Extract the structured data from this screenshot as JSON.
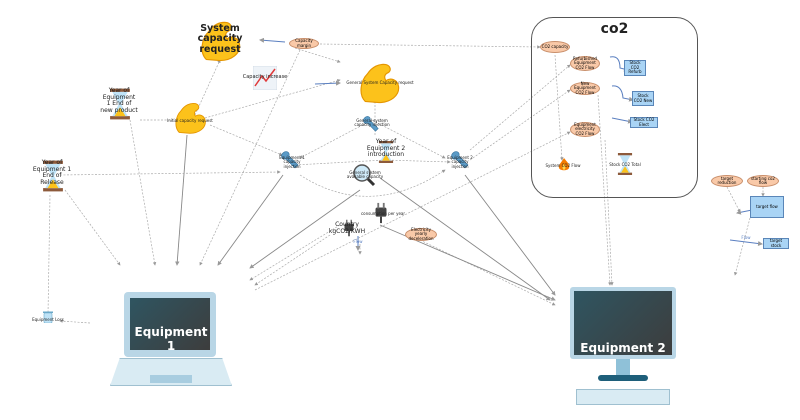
{
  "co2_group": {
    "title": "co2"
  },
  "nodes": {
    "system_capacity_request": "System capacity request",
    "capacity_margin": "Capacity margin",
    "capacity_increase": "Capacity increase",
    "general_system_capacity_request": "General System Capacity request",
    "initial_capacity_request": "Initial capacity request",
    "year_eq1_end_new": "Year of Equipment 1 End of new product",
    "year_eq1_end_release": "Year of Equipment 1 End of Release",
    "eq1_capacity_injection": "Equipment 1 capacity injection",
    "general_capacity_injection": "General system capacity injection",
    "year_eq2_intro": "Year of Equipment 2 introduction",
    "eq2_capacity_injection": "Equipment 2 capacity injection",
    "general_available_capacity": "General system available capacity",
    "country_kgco2": "Country kgCO2/KWH",
    "consumption_per_year": "consumption per year",
    "electricity_yearly_deceleration": "Electricity yearly deceleration",
    "flow": "Flow",
    "equipment_loss": "Equipment Loss",
    "equipment1": "Equipment 1",
    "equipment2": "Equipment 2",
    "co2_capacity": "CO2 capacity",
    "refurb_co2_flow": "Refurbished Equipment CO2 Flow",
    "new_co2_flow": "New Equipment CO2 Flow",
    "elec_co2_flow": "Equipment electricity CO2 Flow",
    "stock_co2_refurb": "Stock CO2 Refurb",
    "stock_co2_new": "Stock CO2 New",
    "stock_co2_elect": "Stock CO2 Elect",
    "system_co2_flow": "System CO2 Flow",
    "stock_co2_total": "Stock CO2 Total",
    "target_reduction": "target reduction",
    "starting_co2_flow": "starting co2 flow",
    "target_flow": "target flow",
    "target_stock": "target stock",
    "flow_label": "Flow"
  },
  "colors": {
    "variable": "#f9c9a8",
    "stock": "#a9d4f5",
    "flow_arrow": "#5a7fc0",
    "link": "#aaaaaa"
  },
  "icons": [
    "bicep-icon",
    "hourglass-icon",
    "wrench-icon",
    "magnifier-icon",
    "plug-icon",
    "fire-icon",
    "chart-icon",
    "trash-icon",
    "laptop-icon",
    "monitor-icon"
  ]
}
